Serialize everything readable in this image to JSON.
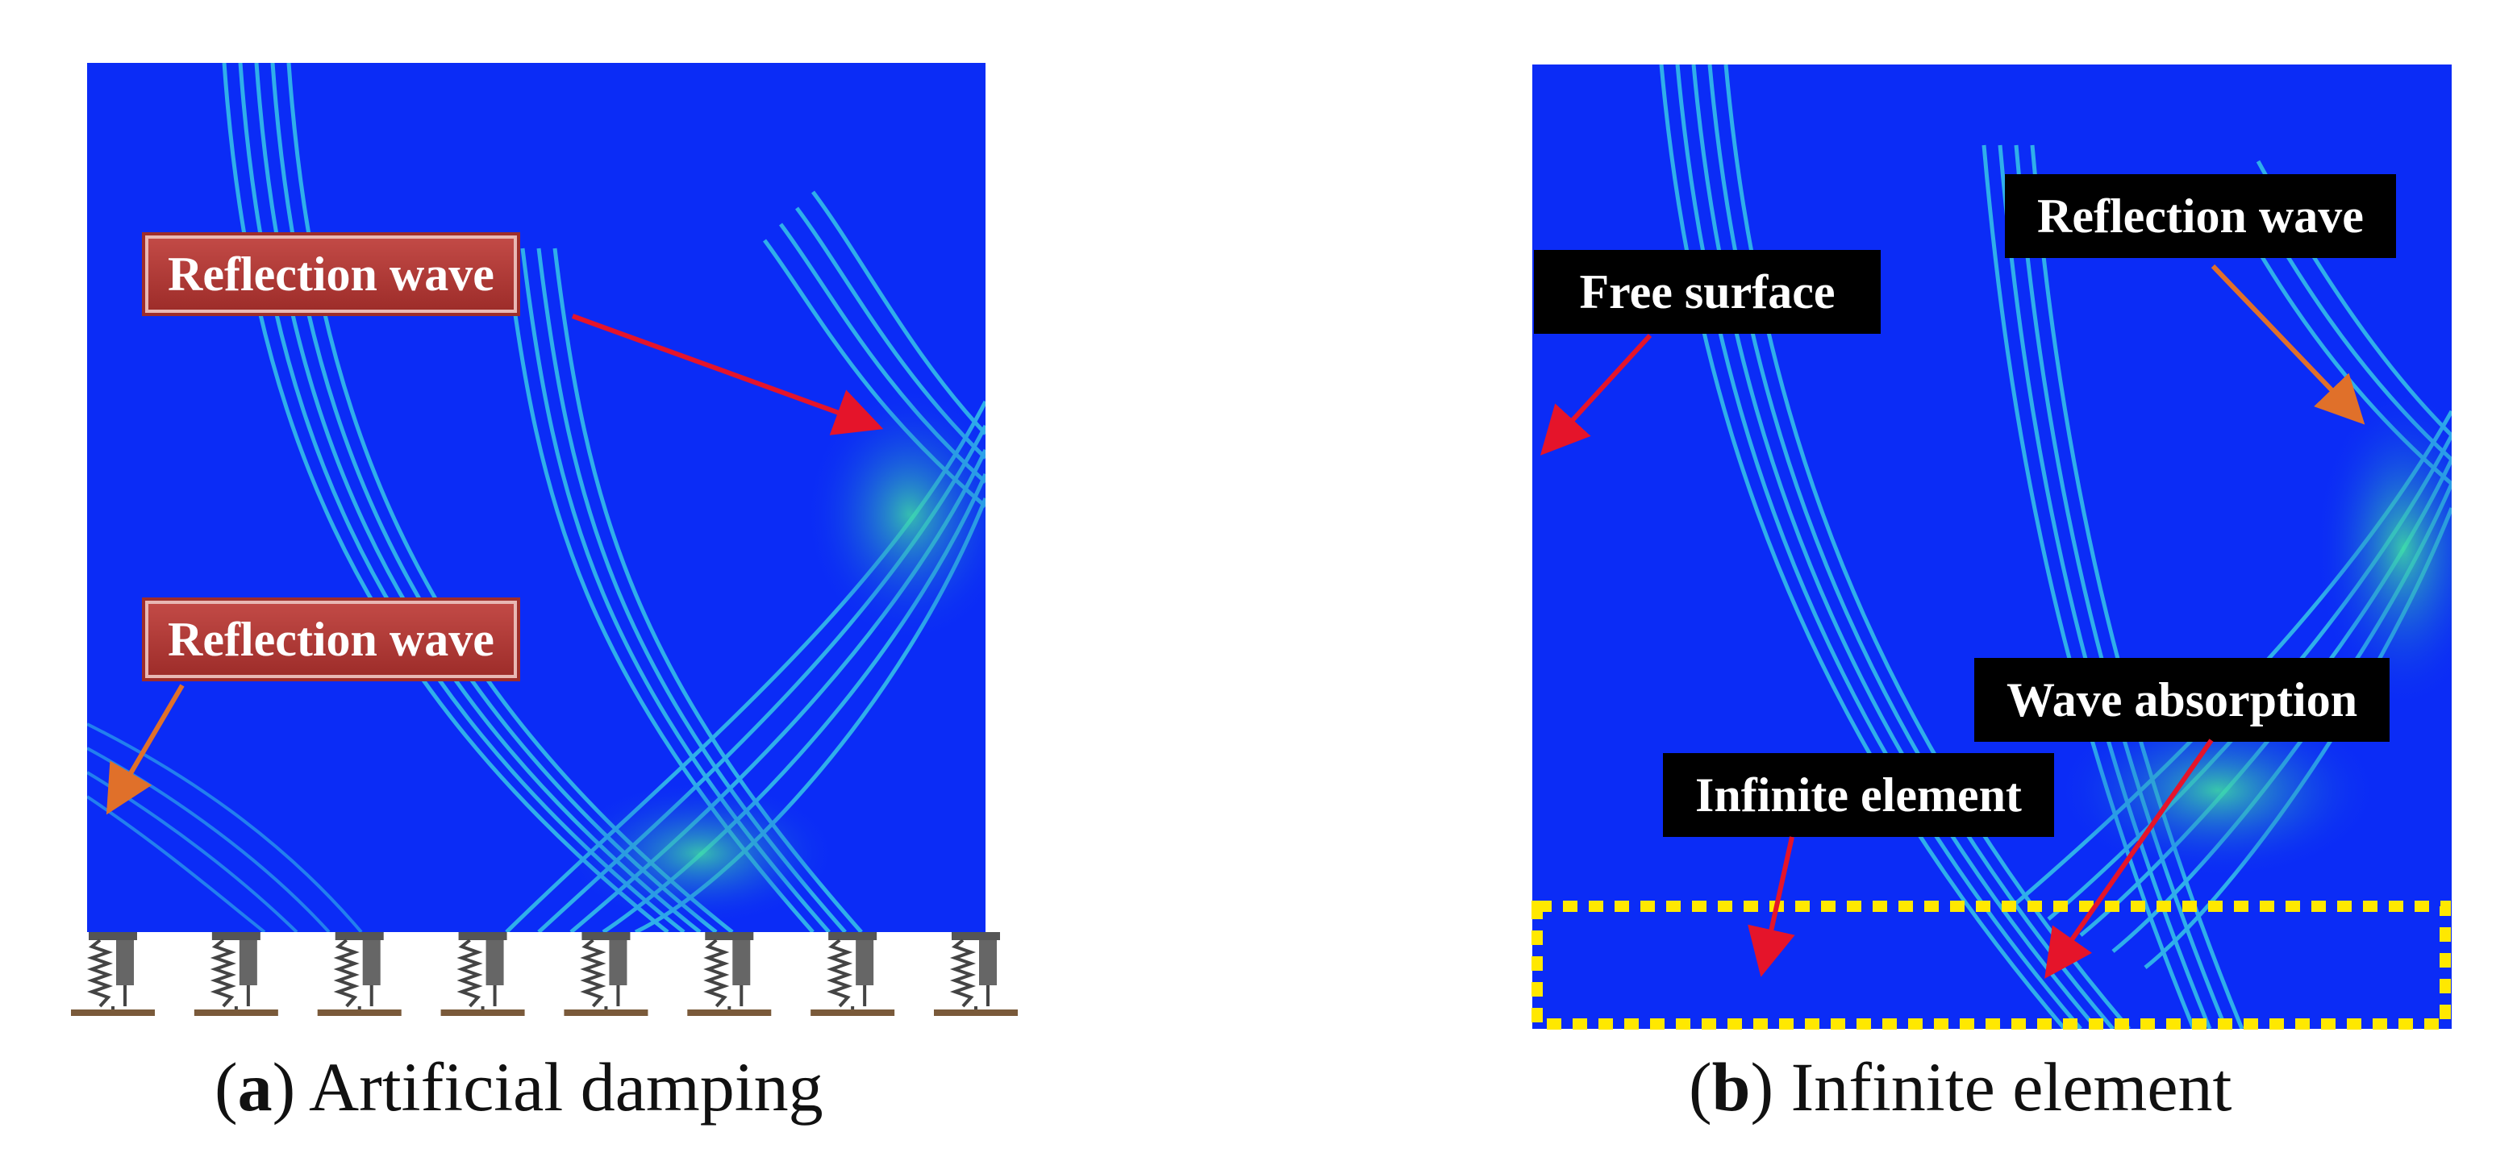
{
  "panel_a": {
    "labels": {
      "reflection_top": "Reflection wave",
      "reflection_bottom": "Reflection wave"
    },
    "caption": {
      "open": "(",
      "letter": "a",
      "rest": ") Artificial damping"
    },
    "damper_count": 8
  },
  "panel_b": {
    "labels": {
      "free_surface": "Free surface",
      "reflection": "Reflection wave",
      "wave_absorption": "Wave absorption",
      "infinite_element": "Infinite element"
    },
    "caption": {
      "open": "(",
      "letter": "b",
      "rest": ") Infinite element"
    }
  },
  "colors": {
    "field": "#0b2cf6",
    "wave": "#36c6e8",
    "arrow_red": "#e5142a",
    "arrow_orange": "#e0702a",
    "dash": "#ffe800"
  }
}
